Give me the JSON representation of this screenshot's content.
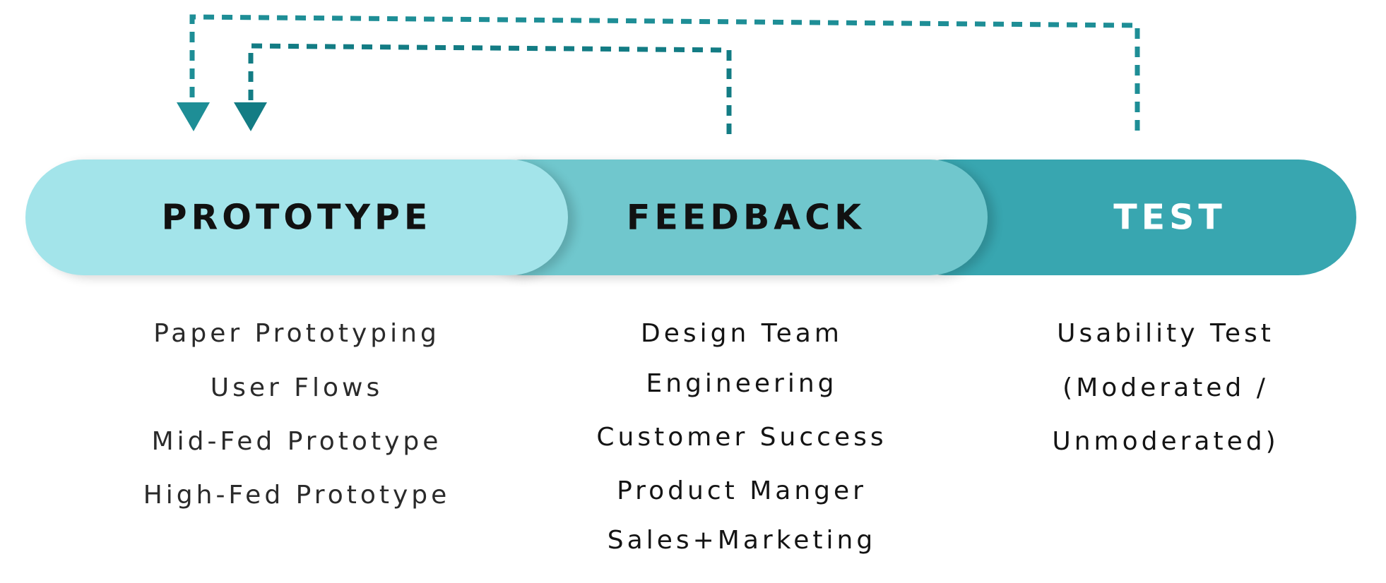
{
  "diagram": {
    "stages": [
      {
        "name": "PROTOTYPE",
        "color": "#a3e4ea",
        "text_color": "#111111"
      },
      {
        "name": "FEEDBACK",
        "color": "#70c7cd",
        "text_color": "#111111"
      },
      {
        "name": "TEST",
        "color": "#38a6b0",
        "text_color": "#ffffff"
      }
    ],
    "loop_colors": [
      "#1e8e96",
      "#137c84"
    ],
    "columns": {
      "prototype": [
        "Paper Prototyping",
        "User Flows",
        "Mid-Fed Prototype",
        "High-Fed Prototype"
      ],
      "feedback": [
        "Design Team",
        "Engineering",
        "Customer Success",
        "Product Manger",
        "Sales+Marketing"
      ],
      "test": [
        "Usability Test",
        "(Moderated /",
        "Unmoderated)"
      ]
    }
  }
}
